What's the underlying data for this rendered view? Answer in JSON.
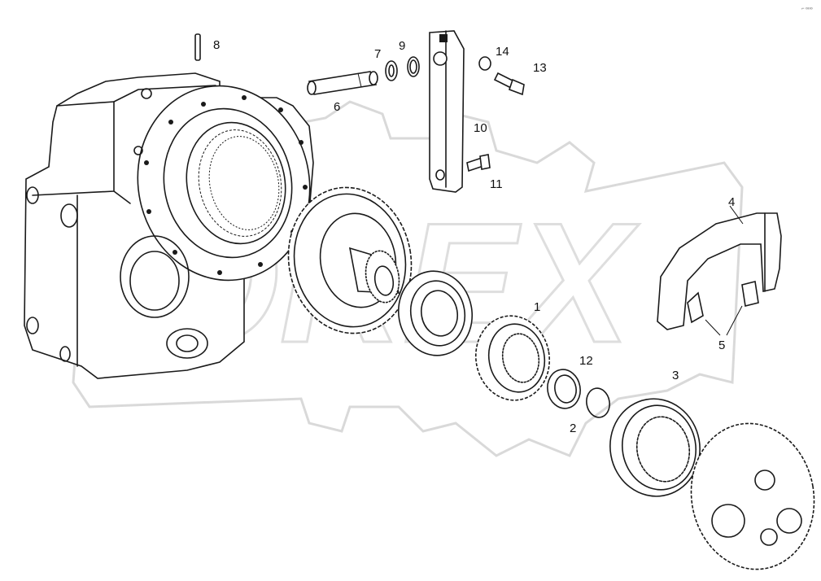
{
  "watermark": {
    "text": "OREX"
  },
  "corner_mark": "⌐ ∞∞",
  "callouts": [
    {
      "id": "1",
      "label": "1"
    },
    {
      "id": "2",
      "label": "2"
    },
    {
      "id": "3",
      "label": "3"
    },
    {
      "id": "4",
      "label": "4"
    },
    {
      "id": "5",
      "label": "5"
    },
    {
      "id": "6",
      "label": "6"
    },
    {
      "id": "7",
      "label": "7"
    },
    {
      "id": "8",
      "label": "8"
    },
    {
      "id": "9",
      "label": "9"
    },
    {
      "id": "10",
      "label": "10"
    },
    {
      "id": "11",
      "label": "11"
    },
    {
      "id": "12",
      "label": "12"
    },
    {
      "id": "13",
      "label": "13"
    },
    {
      "id": "14",
      "label": "14"
    }
  ]
}
